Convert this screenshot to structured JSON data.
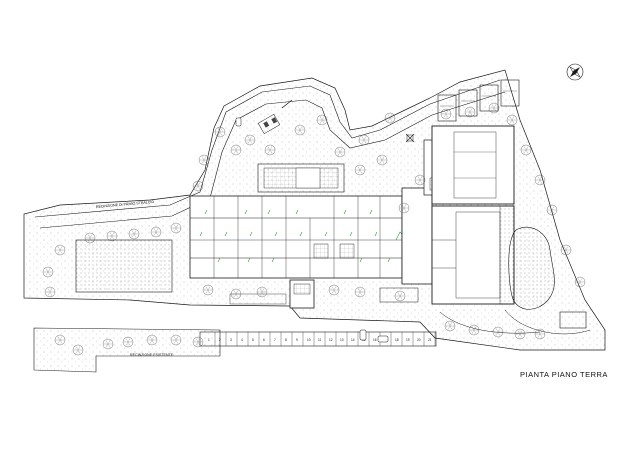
{
  "drawing": {
    "title": "PIANTA PIANO TERRA",
    "labels": {
      "top_road": "RECINZIONE DI PRIMO STRALCIO",
      "bottom_road": "RECINZIONE ESISTENTE",
      "north_symbol": "north-arrow-icon"
    },
    "parking_numbers": [
      "1",
      "2",
      "3",
      "4",
      "5",
      "6",
      "7",
      "8",
      "9",
      "10",
      "11",
      "12",
      "13",
      "14",
      "15",
      "16",
      "17",
      "18",
      "19",
      "20",
      "21"
    ],
    "colors": {
      "ink": "#1a1a1a",
      "light_ink": "#6d6d6d",
      "hatch": "#9a9a9a",
      "green_accent": "#1e9e3c",
      "paper": "#ffffff"
    }
  }
}
